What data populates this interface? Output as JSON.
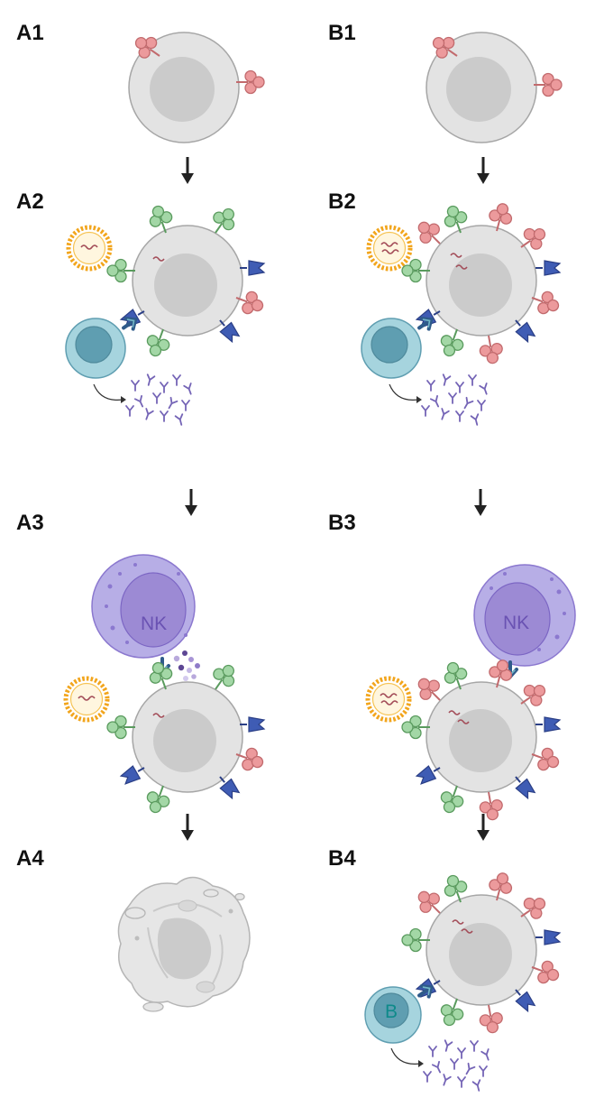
{
  "panels": {
    "A1": "A1",
    "A2": "A2",
    "A3": "A3",
    "A4": "A4",
    "B1": "B1",
    "B2": "B2",
    "B3": "B3",
    "B4": "B4"
  },
  "cell_labels": {
    "nk_left": "NK",
    "nk_right": "NK",
    "b_cell": "B"
  },
  "colors": {
    "cell_fill": "#e3e3e3",
    "cell_stroke": "#a6a6a6",
    "nucleus_fill": "#cbcbcb",
    "pink_receptor": "#ec9a9c",
    "green_receptor": "#a3d7a6",
    "blue_receptor": "#3f5cb4",
    "nk_fill": "#b7aee6",
    "nk_nucleus": "#9c8ad4",
    "nk_text": "#6a52b3",
    "lymphocyte_fill": "#a6d4de",
    "lymphocyte_nucleus": "#5f9eb1",
    "b_text": "#0e8a8a",
    "antibody": "#7464b6",
    "nanoparticle": "#f2a51c",
    "arrow": "#222222"
  },
  "icons": [
    "down-arrow-icon",
    "lipid-nanoparticle-icon",
    "mrna-strand-icon",
    "antibody-icon",
    "cytotoxic-granule-icon"
  ]
}
